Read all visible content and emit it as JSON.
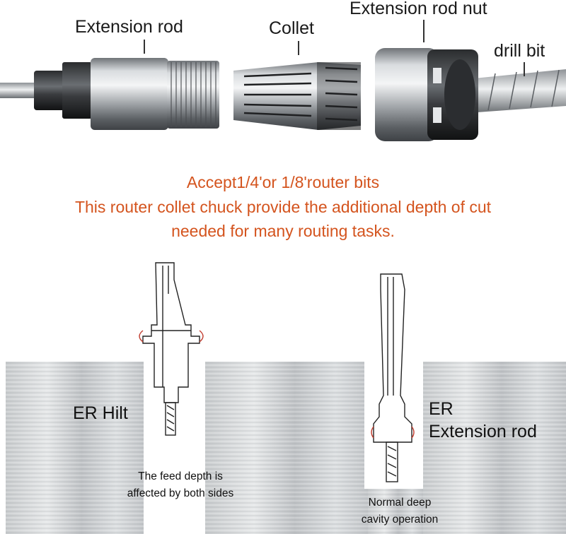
{
  "components": {
    "extension_rod": "Extension rod",
    "collet": "Collet",
    "extension_rod_nut": "Extension rod nut",
    "drill_bit": "drill bit"
  },
  "headline": {
    "line1": "Accept1/4'or 1/8'router bits",
    "line2": "This router collet chuck provide the additional depth of cut",
    "line3": "needed for many routing tasks."
  },
  "comparison": {
    "er_hilt": {
      "label": "ER Hilt",
      "caption_line1": "The feed depth is",
      "caption_line2": "affected by both sides"
    },
    "er_extension": {
      "label_line1": "ER",
      "label_line2": "Extension rod",
      "caption_line1": "Normal deep",
      "caption_line2": "cavity operation"
    }
  },
  "colors": {
    "headline_accent": "#d4541e",
    "steel": "#b8bcc0",
    "contact_highlight": "#c0392b"
  }
}
